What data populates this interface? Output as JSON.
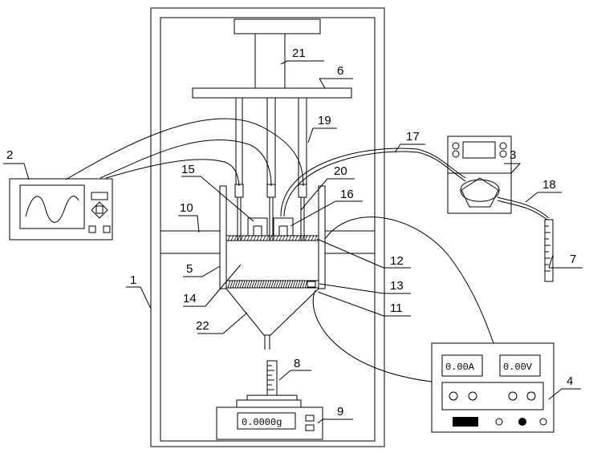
{
  "labels": {
    "l1": "1",
    "l2": "2",
    "l3": "3",
    "l4": "4",
    "l5": "5",
    "l6": "6",
    "l7": "7",
    "l8": "8",
    "l9": "9",
    "l10": "10",
    "l11": "11",
    "l12": "12",
    "l13": "13",
    "l14": "14",
    "l15": "15",
    "l16": "16",
    "l17": "17",
    "l18": "18",
    "l19": "19",
    "l20": "20",
    "l21": "21",
    "l22": "22"
  },
  "power_supply": {
    "current": "0.00A",
    "voltage": "0.00V"
  },
  "balance": {
    "reading": "0.0000g"
  }
}
